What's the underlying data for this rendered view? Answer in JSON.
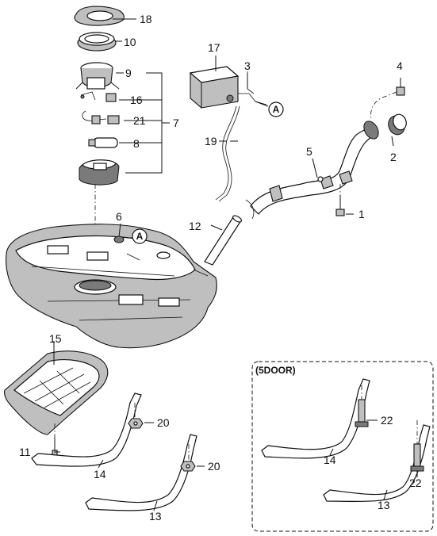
{
  "callouts": {
    "p1": "1",
    "p2": "2",
    "p3": "3",
    "p4": "4",
    "p5": "5",
    "p6": "6",
    "p7": "7",
    "p8": "8",
    "p9": "9",
    "p10": "10",
    "p11": "11",
    "p12": "12",
    "p13": "13",
    "p13b": "13",
    "p14": "14",
    "p14b": "14",
    "p15": "15",
    "p16": "16",
    "p17": "17",
    "p18": "18",
    "p19": "19",
    "p20": "20",
    "p20b": "20",
    "p21": "21",
    "p22": "22",
    "p22b": "22"
  },
  "markers": {
    "a1": "A",
    "a2": "A"
  },
  "inset": {
    "title": "(5DOOR)"
  }
}
